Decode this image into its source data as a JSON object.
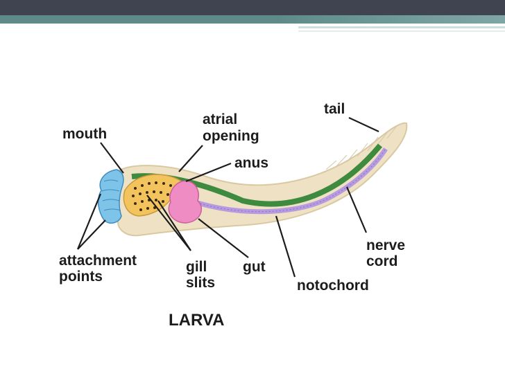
{
  "slide": {
    "caption": "LARVA"
  },
  "labels": {
    "tail": "tail",
    "atrial_1": "atrial",
    "atrial_2": "opening",
    "mouth": "mouth",
    "anus": "anus",
    "nerve_1": "nerve",
    "nerve_2": "cord",
    "attach_1": "attachment",
    "attach_2": "points",
    "gill_1": "gill",
    "gill_2": "slits",
    "gut": "gut",
    "notochord": "notochord"
  },
  "colors": {
    "header": "#3f4450",
    "accent": "#5e8b8a",
    "body_outline": "#e8dcc0",
    "nerve_cord": "#3f8a3f",
    "notochord": "#a78ad0",
    "gut": "#e88ac0",
    "pharynx": "#f2c25a",
    "attachment": "#6ab8e0"
  }
}
